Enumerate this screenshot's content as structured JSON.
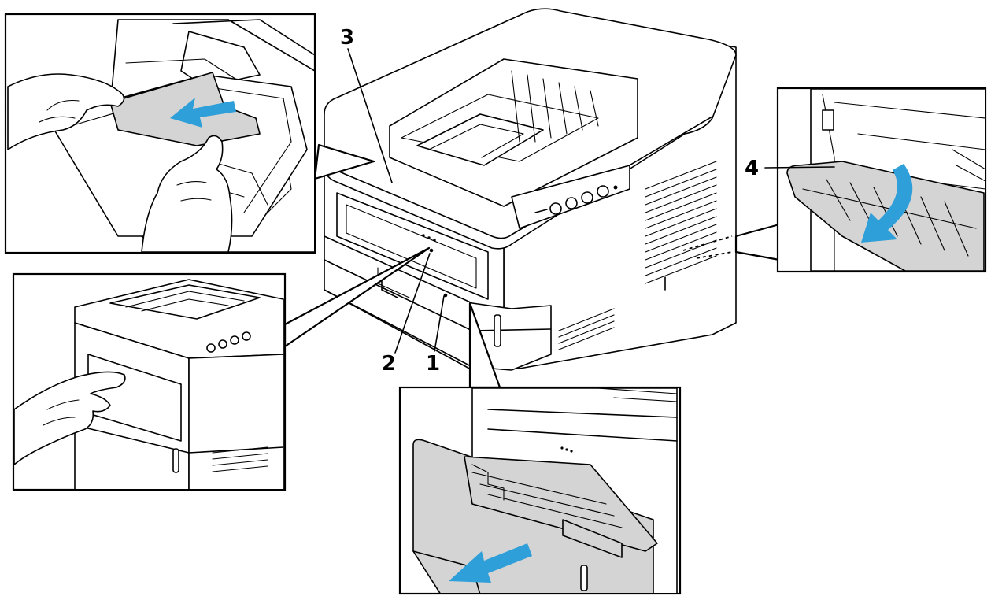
{
  "figure": {
    "callouts": [
      {
        "id": "1",
        "label": "1"
      },
      {
        "id": "2",
        "label": "2"
      },
      {
        "id": "3",
        "label": "3"
      },
      {
        "id": "4",
        "label": "4"
      }
    ],
    "colors": {
      "arrow": "#2e9fd8",
      "paper_grey": "#d4d4d4",
      "line": "#000000",
      "background": "#ffffff"
    },
    "panels": [
      {
        "id": "top-left",
        "depicts": "paper-being-pulled-from-front-feed"
      },
      {
        "id": "left",
        "depicts": "hand-opening-front-cover"
      },
      {
        "id": "bottom",
        "depicts": "paper-tray-being-pulled-out"
      },
      {
        "id": "right",
        "depicts": "rear-door-opening"
      }
    ],
    "icons": [
      "pull-arrow-icon",
      "curved-arrow-icon"
    ]
  }
}
